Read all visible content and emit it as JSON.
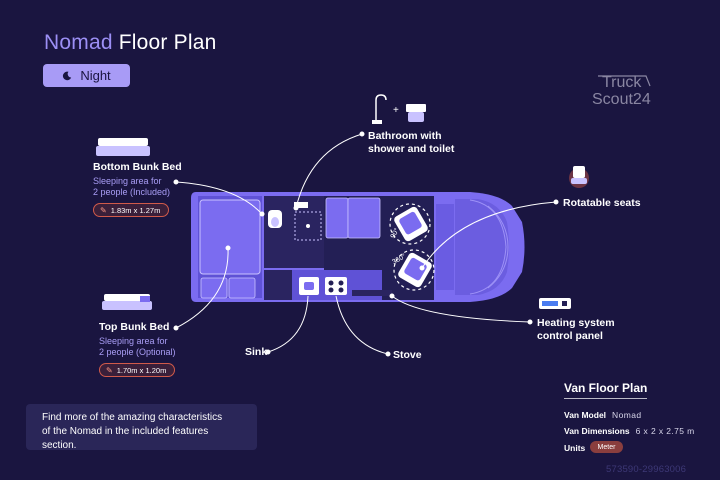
{
  "header": {
    "title_accent": "Nomad",
    "title_rest": "Floor Plan",
    "mode_label": "Night",
    "mode_icon": "moon-icon"
  },
  "logo": {
    "line1": "Truck",
    "line2": "Scout24"
  },
  "features": {
    "bottom_bunk": {
      "label": "Bottom Bunk Bed",
      "sub1": "Sleeping area for",
      "sub2": "2 people (Included)",
      "size": "1.83m x 1.27m"
    },
    "top_bunk": {
      "label": "Top Bunk Bed",
      "sub1": "Sleeping area for",
      "sub2": "2 people (Optional)",
      "size": "1.70m x 1.20m"
    },
    "bathroom": {
      "label1": "Bathroom with",
      "label2": "shower and toilet",
      "plus": "+"
    },
    "seats": {
      "label": "Rotatable seats",
      "angle1": "90°",
      "angle2": "360°"
    },
    "heating": {
      "label1": "Heating system",
      "label2": "control panel"
    },
    "sink": {
      "label": "Sink"
    },
    "stove": {
      "label": "Stove"
    }
  },
  "info": {
    "line1": "Find more of the amazing characteristics",
    "line2": "of the Nomad in the included features section."
  },
  "specs": {
    "title": "Van Floor Plan",
    "model_key": "Van Model",
    "model_val": "Nomad",
    "dims_key": "Van Dimensions",
    "dims_val": "6 x 2 x 2.75 m",
    "units_key": "Units",
    "units_val": "Meter"
  },
  "watermark": "573590-29963006",
  "colors": {
    "background": "#1a1540",
    "accent": "#9c8ff5",
    "van_body": "#7b6cf0",
    "van_floor": "#2a2460",
    "pill_border": "#d05a4a"
  }
}
